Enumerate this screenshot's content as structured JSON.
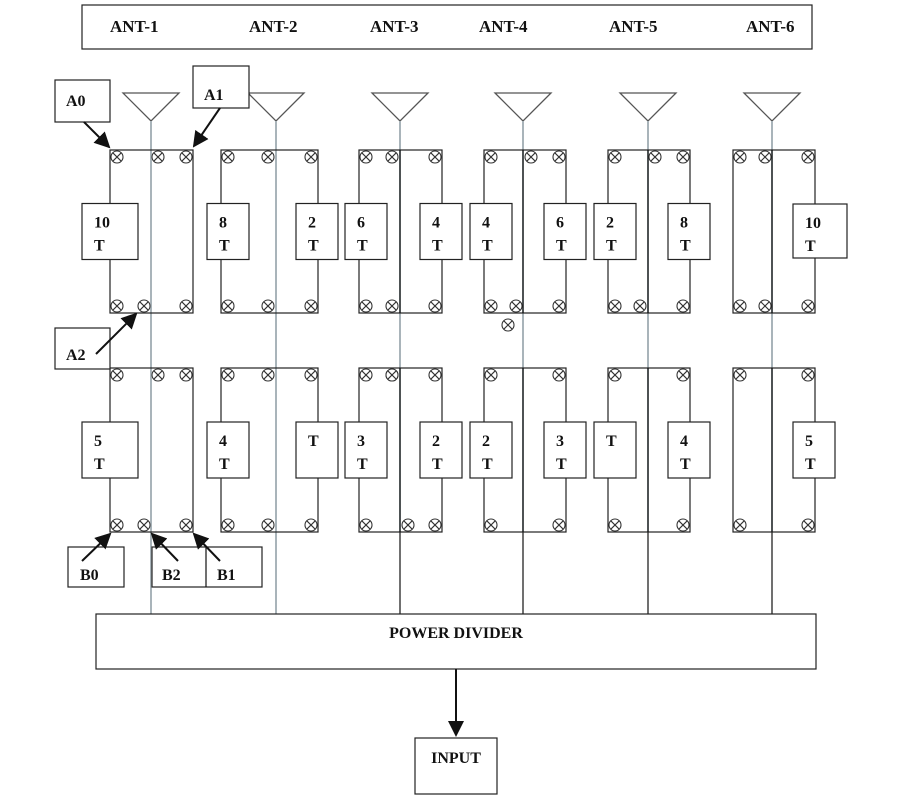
{
  "header": {
    "antennas": [
      "ANT-1",
      "ANT-2",
      "ANT-3",
      "ANT-4",
      "ANT-5",
      "ANT-6"
    ]
  },
  "callouts": {
    "a0": "A0",
    "a1": "A1",
    "a2": "A2",
    "b0": "B0",
    "b1": "B1",
    "b2": "B2"
  },
  "columns": [
    {
      "antenna": "ANT-1",
      "upper": {
        "left": {
          "n": "10",
          "t": "T"
        },
        "right": null
      },
      "lower": {
        "left": {
          "n": "5",
          "t": "T"
        },
        "right": null
      }
    },
    {
      "antenna": "ANT-2",
      "upper": {
        "left": {
          "n": "8",
          "t": "T"
        },
        "right": {
          "n": "2",
          "t": "T"
        }
      },
      "lower": {
        "left": {
          "n": "4",
          "t": "T"
        },
        "right": {
          "n": "",
          "t": "T"
        }
      }
    },
    {
      "antenna": "ANT-3",
      "upper": {
        "left": {
          "n": "6",
          "t": "T"
        },
        "right": {
          "n": "4",
          "t": "T"
        }
      },
      "lower": {
        "left": {
          "n": "3",
          "t": "T"
        },
        "right": {
          "n": "2",
          "t": "T"
        }
      }
    },
    {
      "antenna": "ANT-4",
      "upper": {
        "left": {
          "n": "4",
          "t": "T"
        },
        "right": {
          "n": "6",
          "t": "T"
        }
      },
      "lower": {
        "left": {
          "n": "2",
          "t": "T"
        },
        "right": {
          "n": "3",
          "t": "T"
        }
      }
    },
    {
      "antenna": "ANT-5",
      "upper": {
        "left": {
          "n": "2",
          "t": "T"
        },
        "right": {
          "n": "8",
          "t": "T"
        }
      },
      "lower": {
        "left": {
          "n": "",
          "t": "T"
        },
        "right": {
          "n": "4",
          "t": "T"
        }
      }
    },
    {
      "antenna": "ANT-6",
      "upper": {
        "left": null,
        "right": {
          "n": "10",
          "t": "T"
        }
      },
      "lower": {
        "left": null,
        "right": {
          "n": "5",
          "t": "T"
        }
      }
    }
  ],
  "power_divider": {
    "label": "POWER DIVIDER"
  },
  "input": {
    "label": "INPUT"
  },
  "icons": {
    "antenna": "antenna-triangle-icon",
    "switch": "switch-x-circle-icon",
    "arrow": "arrow-icon"
  }
}
